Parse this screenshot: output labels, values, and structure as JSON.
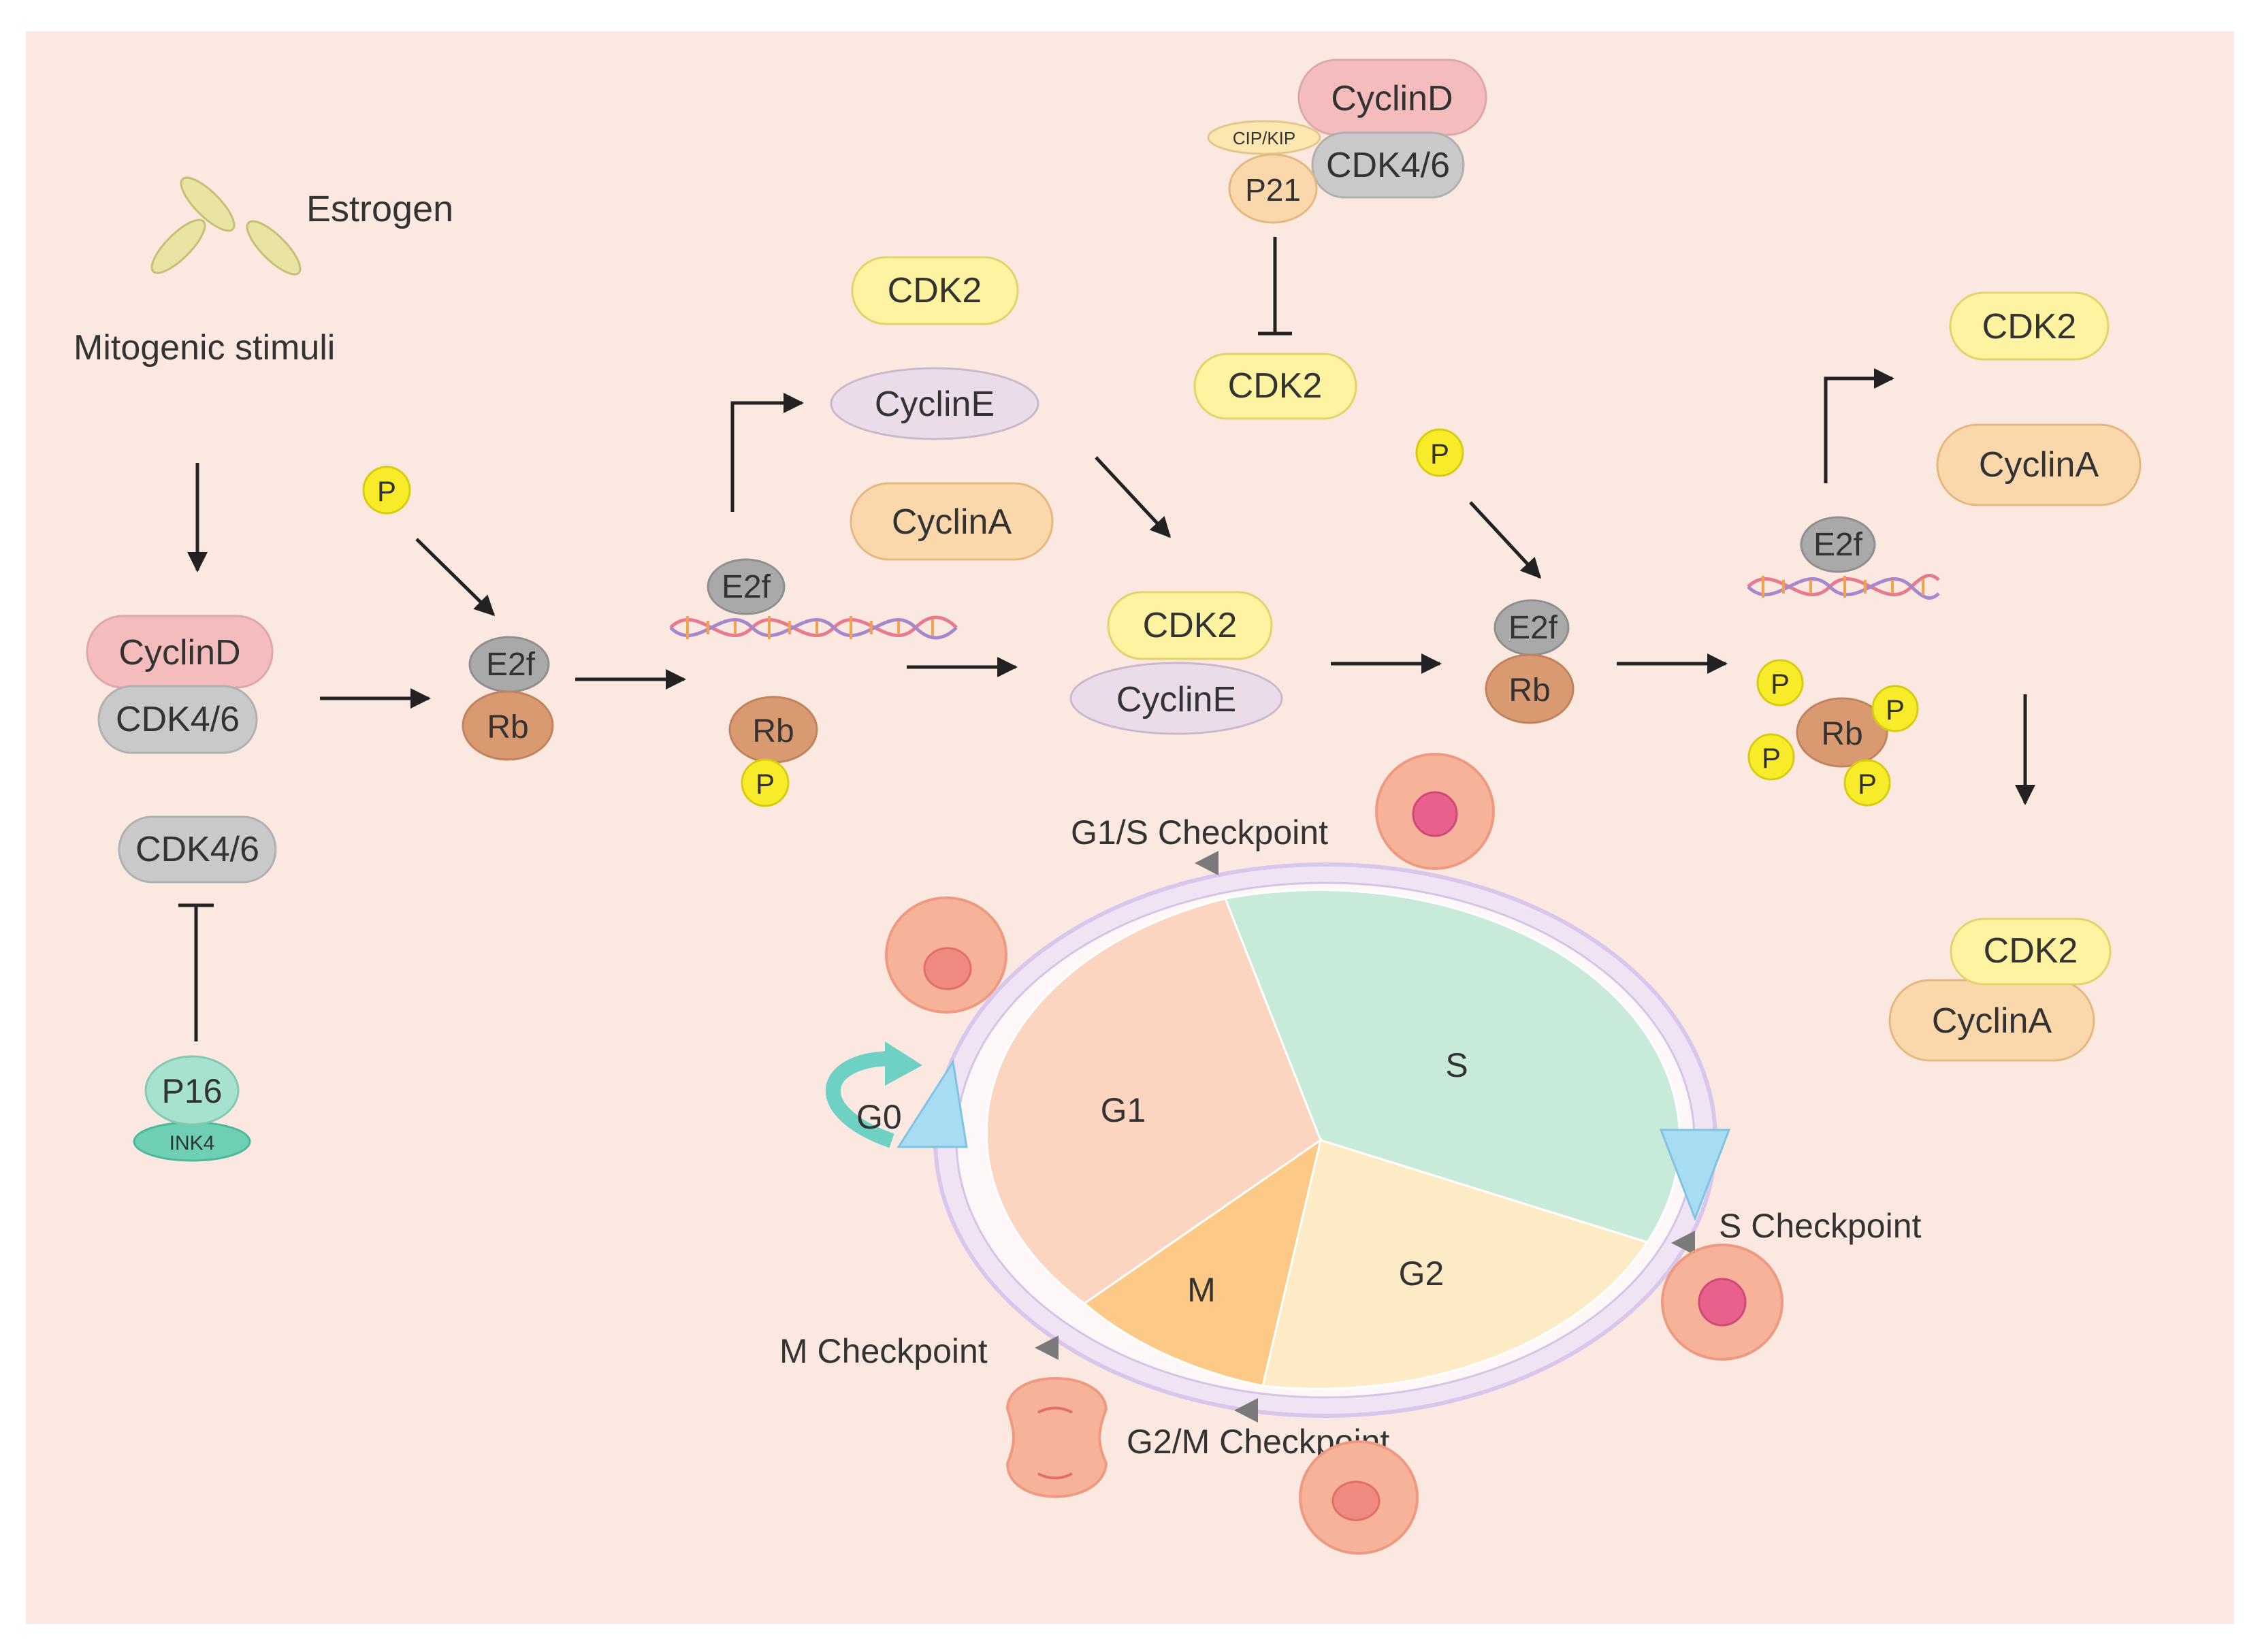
{
  "colors": {
    "panel": "#fbe9e1",
    "cyclinD": "#f4bcbc",
    "cdk46": "#c9c9c9",
    "cdk2": "#fdf3a0",
    "cyclinE": "#eadde9",
    "cyclinA": "#fbd7ac",
    "e2f": "#a9a9a9",
    "rb": "#d99a72",
    "phosphate": "#f8ec2a",
    "p16": "#a7e1cf",
    "phase_g1": "#fbd5c0",
    "phase_s": "#c8ead9",
    "phase_g2": "#fcebc4",
    "phase_m": "#fcc987",
    "cycle_ring": "#d8c6ec",
    "cycle_arrow": "#a7dcf2",
    "g0_arrow": "#6fd0c4",
    "cell": "#f6a48a"
  },
  "labels": {
    "estrogen": "Estrogen",
    "mitogenic": "Mitogenic stimuli",
    "cyclinD": "CyclinD",
    "cdk46": "CDK4/6",
    "cdk2": "CDK2",
    "cyclinE": "CyclinE",
    "cyclinA": "CyclinA",
    "e2f": "E2f",
    "rb": "Rb",
    "phosphate": "P",
    "p16": "P16",
    "ink4": "INK4",
    "p21": "P21",
    "cipkip": "CIP/KIP",
    "g0": "G0",
    "g1": "G1",
    "s": "S",
    "g2": "G2",
    "m": "M",
    "g1s_checkpoint": "G1/S Checkpoint",
    "s_checkpoint": "S Checkpoint",
    "g2m_checkpoint": "G2/M Checkpoint",
    "m_checkpoint": "M Checkpoint"
  }
}
